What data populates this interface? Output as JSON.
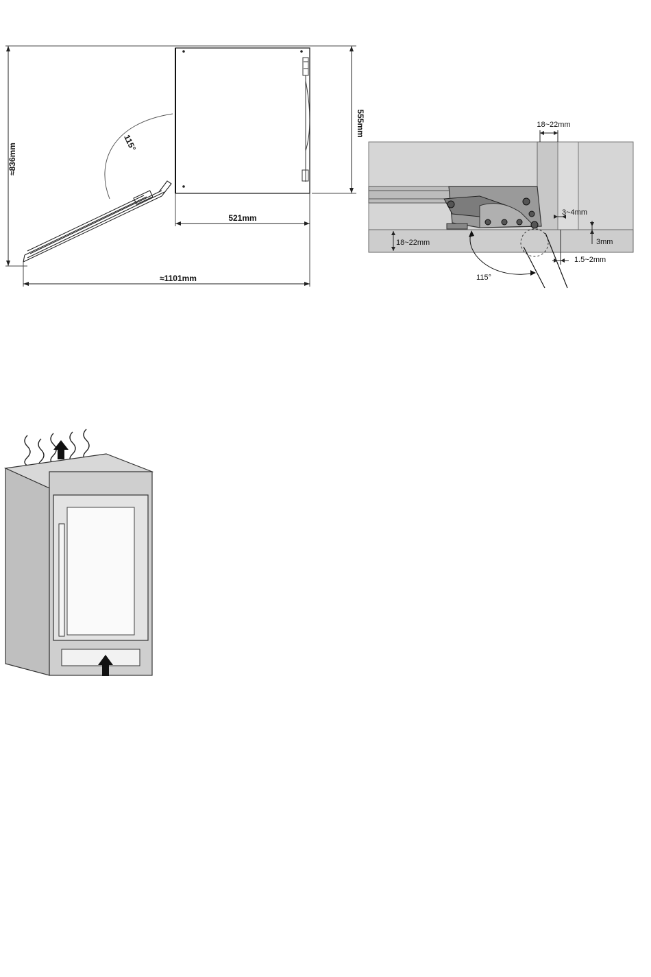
{
  "top_view": {
    "dim_depth_with_door": "≈836mm",
    "dim_cabinet_depth": "555mm",
    "dim_cabinet_width": "521mm",
    "dim_total_width": "≈1101mm",
    "door_angle": "115°"
  },
  "hinge_detail": {
    "gap_top": "18~22mm",
    "gap_side": "3~4mm",
    "panel_thickness": "18~22mm",
    "clearance_vertical": "3mm",
    "clearance_horizontal": "1.5~2mm",
    "door_angle": "115°"
  },
  "ventilation": {
    "airflow": "ventilation-arrows"
  }
}
